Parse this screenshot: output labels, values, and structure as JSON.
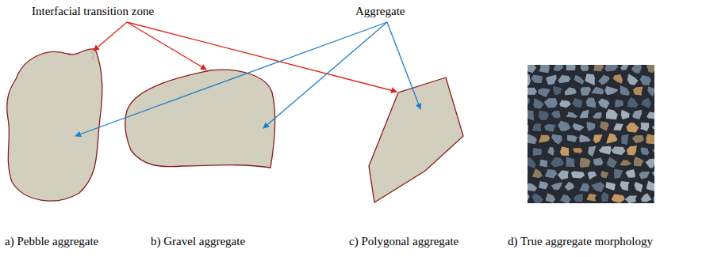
{
  "diagram": {
    "labels": [
      "Interfacial transition zone",
      "Aggregate",
      "a) Pebble aggregate",
      "b) Gravel aggregate",
      "c) Polygonal aggregate",
      "d) True aggregate morphology"
    ]
  }
}
